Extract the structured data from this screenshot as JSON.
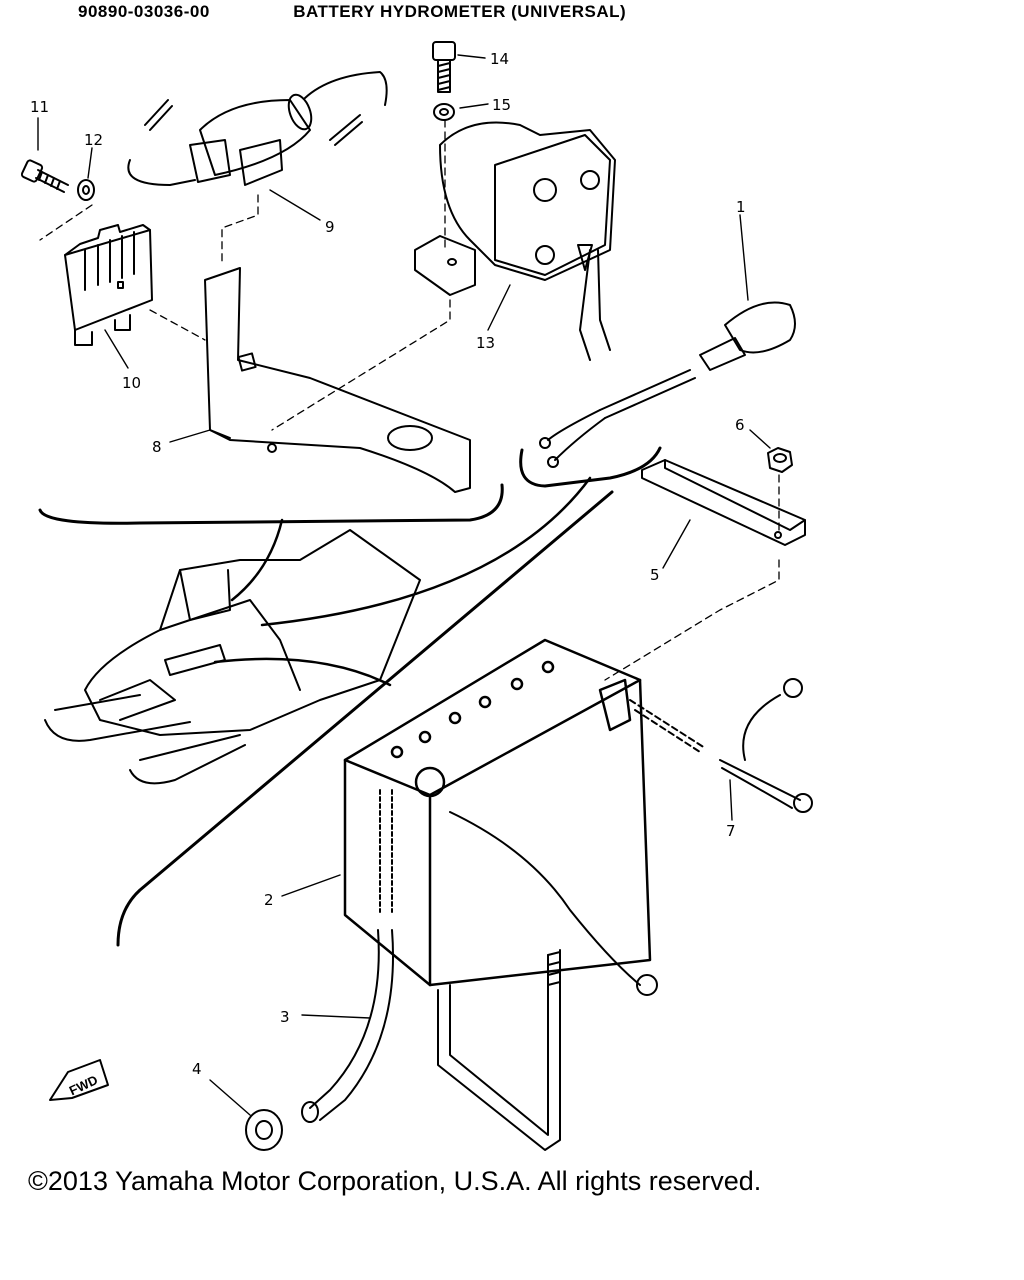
{
  "header": {
    "part_number": "90890-03036-00",
    "title": "BATTERY HYDROMETER (UNIVERSAL)"
  },
  "callouts": [
    "1",
    "2",
    "3",
    "4",
    "5",
    "6",
    "7",
    "8",
    "9",
    "10",
    "11",
    "12",
    "13",
    "14",
    "15"
  ],
  "direction_marker": "FWD",
  "footer": {
    "copyright": "©2013 Yamaha Motor Corporation, U.S.A. All rights reserved."
  }
}
